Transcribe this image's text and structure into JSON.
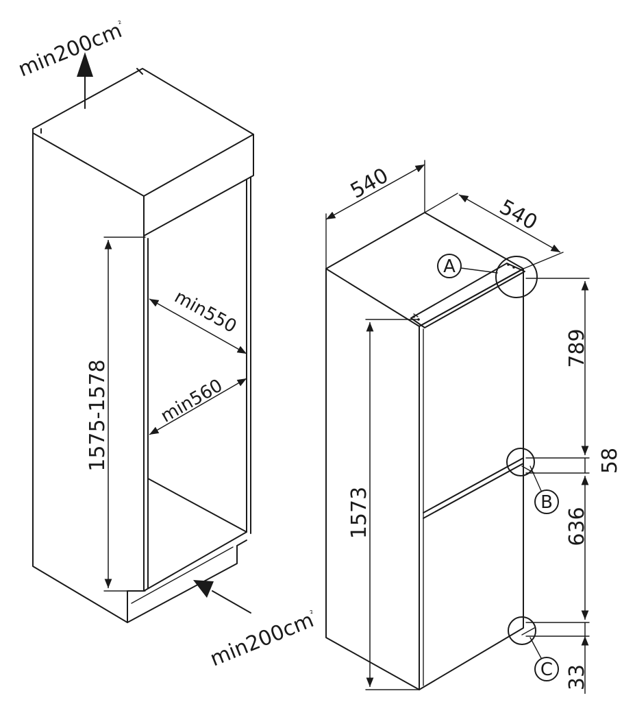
{
  "ventilation": {
    "top_label": "min200cm",
    "bottom_label": "min200cm",
    "unit_sup": "²"
  },
  "niche": {
    "height_label": "1575-1578",
    "depth_top_label": "min550",
    "width_label": "min560"
  },
  "appliance": {
    "width_label": "540",
    "depth_label": "540",
    "height_label": "1573",
    "dim_upper": "789",
    "dim_gap": "58",
    "dim_lower": "636",
    "dim_bottom": "33"
  },
  "callouts": {
    "a": "A",
    "b": "B",
    "c": "C"
  }
}
